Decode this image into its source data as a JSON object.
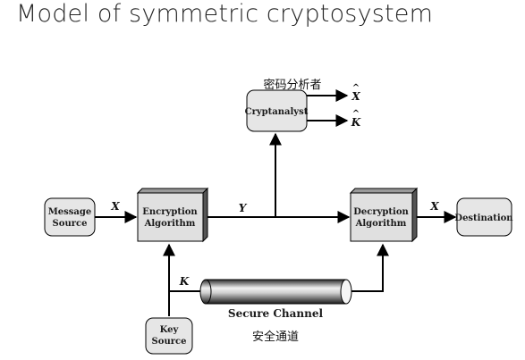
{
  "title": "Model of symmetric cryptosystem",
  "nodes": {
    "message_source": [
      "Message",
      "Source"
    ],
    "encryption": [
      "Encryption",
      "Algorithm"
    ],
    "decryption": [
      "Decryption",
      "Algorithm"
    ],
    "destination": "Destination",
    "cryptanalyst": "Cryptanalyst",
    "key_source": [
      "Key",
      "Source"
    ]
  },
  "labels": {
    "x_in": "X",
    "y": "Y",
    "x_out": "X",
    "k": "K",
    "x_hat": "X",
    "k_hat": "K",
    "hat": "^",
    "secure_channel": "Secure Channel",
    "secure_channel_cn": "安全通道",
    "cryptanalyst_cn": "密码分析者"
  }
}
